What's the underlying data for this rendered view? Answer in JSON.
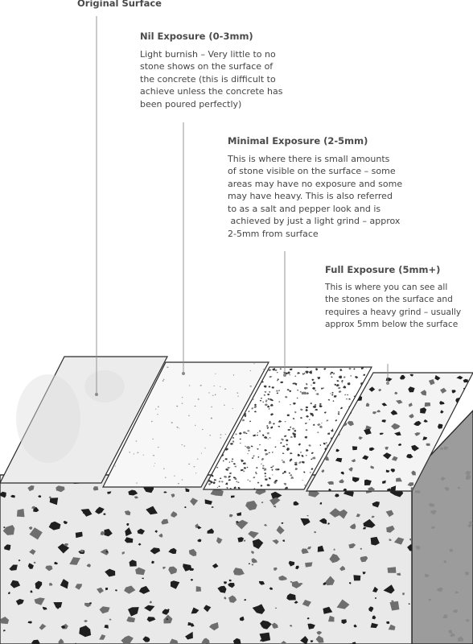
{
  "labels": {
    "original": {
      "title": "Original Surface"
    },
    "nil": {
      "title": "Nil Exposure (0-3mm)",
      "lines": [
        "Light burnish – Very little to no",
        "stone shows on the surface of",
        "the concrete (this is difficult to",
        "achieve unless the concrete has",
        "been poured perfectly)"
      ]
    },
    "minimal": {
      "title": "Minimal Exposure (2-5mm)",
      "lines": [
        "This is where there is small amounts",
        "of stone visible on the surface – some",
        "areas may have no exposure and some",
        "may have heavy. This is also referred",
        "to as a salt and pepper look and is",
        " achieved by just a light grind – approx",
        "2-5mm from surface"
      ]
    },
    "full": {
      "title": "Full Exposure (5mm+)",
      "lines": [
        "This is where you can see all",
        "the stones on the surface and",
        "requires a heavy grind – usually",
        "approx 5mm below the surface"
      ]
    }
  },
  "colors": {
    "outline": "#2b2b2b",
    "front_face": "#e9e9e9",
    "side_face": "#9c9c9c",
    "stone_dark": "#1f1f1f",
    "stone_mid": "#6e6e6e",
    "leader": "#8a8a8a"
  }
}
